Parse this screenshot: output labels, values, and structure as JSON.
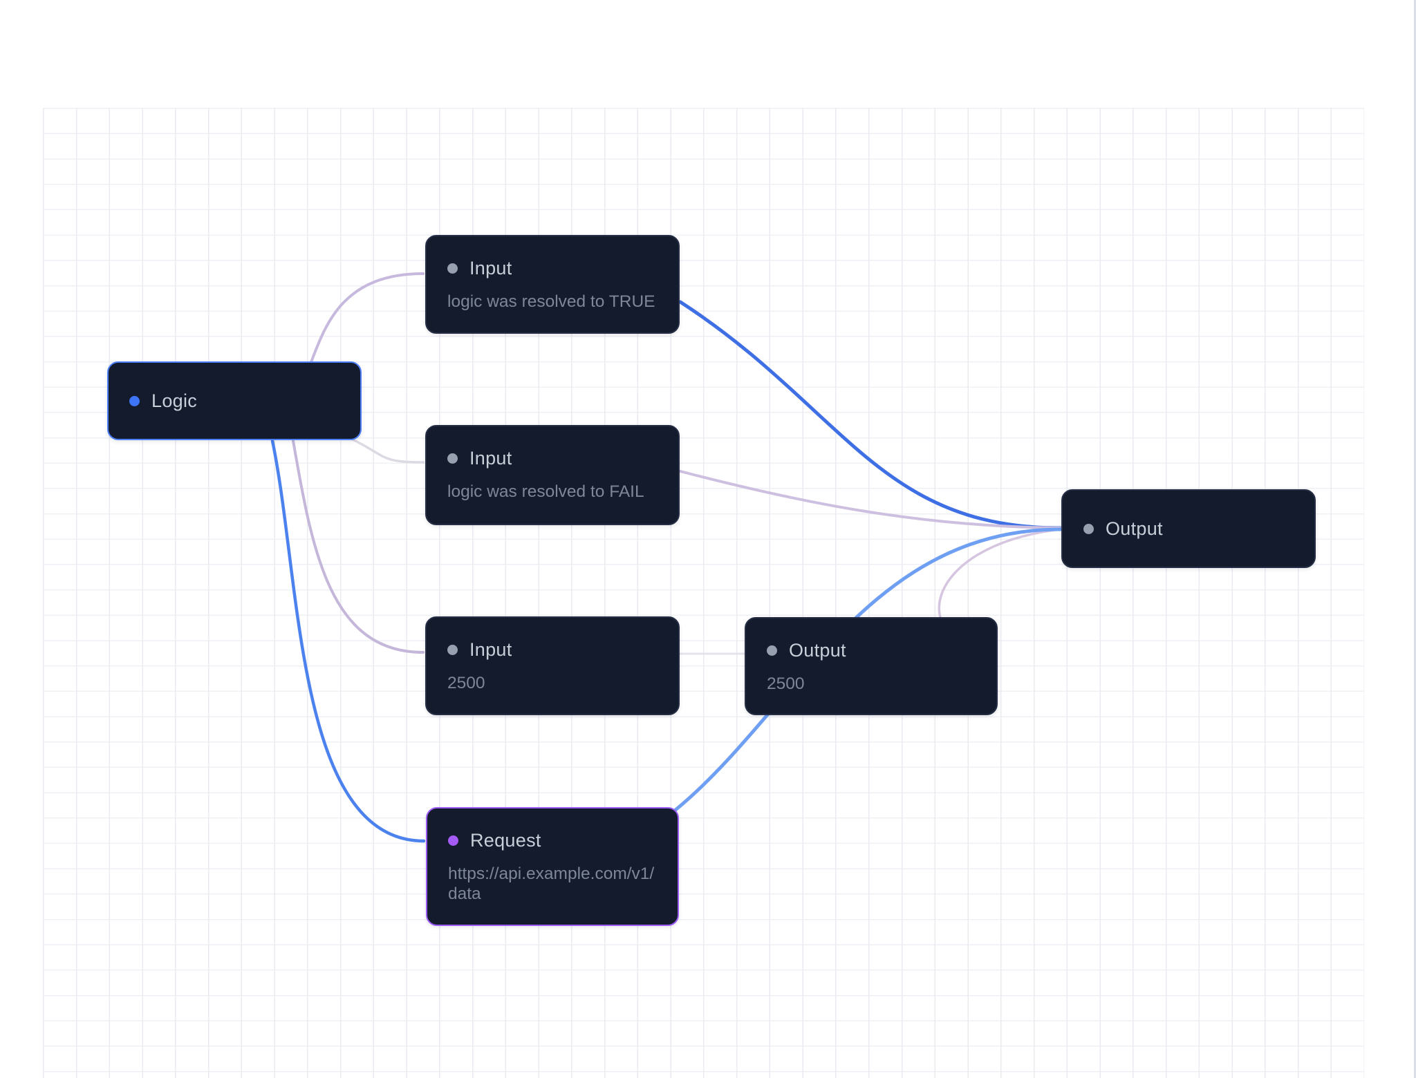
{
  "canvas": {
    "background": "#ffffff",
    "grid_line_color_vertical": "#e9ebf1",
    "grid_line_color_horizontal": "#eef0f5"
  },
  "nodes": {
    "logic": {
      "title": "Logic",
      "dot_color": "#3e74f6",
      "border_color": "#4c7ef6"
    },
    "input_true": {
      "title": "Input",
      "subtitle": "logic was resolved to TRUE",
      "dot_color": "#97a0af"
    },
    "input_fail": {
      "title": "Input",
      "subtitle": "logic was resolved to FAIL",
      "dot_color": "#97a0af"
    },
    "input_2500": {
      "title": "Input",
      "subtitle": "2500",
      "dot_color": "#97a0af"
    },
    "output_2500": {
      "title": "Output",
      "subtitle": "2500",
      "dot_color": "#97a0af"
    },
    "request": {
      "title": "Request",
      "subtitle": "https://api.example.com/v1/data",
      "dot_color": "#a55bf5",
      "border_color": "#9a5bf3"
    },
    "output": {
      "title": "Output",
      "dot_color": "#97a0af"
    }
  },
  "edges": {
    "e1": {
      "from": "logic",
      "to": "input-true",
      "color": "#c7b9de"
    },
    "e2": {
      "from": "logic",
      "to": "input-fail",
      "color": "#dcd9e3"
    },
    "e3": {
      "from": "logic",
      "to": "input-2500",
      "color": "#c4b7da"
    },
    "e4": {
      "from": "logic",
      "to": "request",
      "color": "#4c82ee"
    },
    "e5": {
      "from": "input-true",
      "to": "output",
      "color": "#3f6fe4"
    },
    "e6": {
      "from": "input-fail",
      "to": "output",
      "color": "#cdbfe0"
    },
    "e7": {
      "from": "input-2500",
      "to": "output-2500",
      "color": "#e4e3eb"
    },
    "e8": {
      "from": "output-2500",
      "to": "output",
      "color": "#d5c5e0"
    },
    "e9": {
      "from": "request",
      "to": "output",
      "color": "#6f9ff2"
    }
  }
}
